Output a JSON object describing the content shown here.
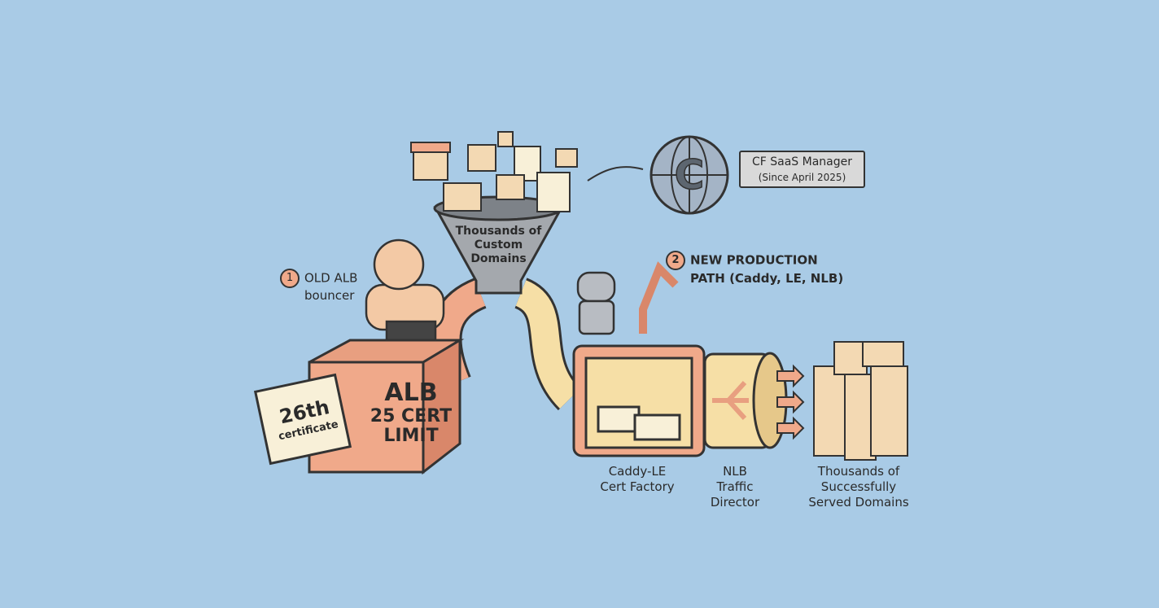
{
  "manager": {
    "title": "CF SaaS Manager",
    "subtitle": "(Since April 2025)",
    "logo_letter": "C"
  },
  "funnel": {
    "label_line1": "Thousands of",
    "label_line2": "Custom",
    "label_line3": "Domains"
  },
  "old_path": {
    "number": "1",
    "label_line1": "OLD ALB",
    "label_line2": "bouncer"
  },
  "new_path": {
    "number": "2",
    "label_line1": "NEW PRODUCTION",
    "label_line2": "PATH (Caddy, LE, NLB)"
  },
  "certificate": {
    "line1": "26th",
    "line2": "certificate"
  },
  "alb_box": {
    "line1": "ALB",
    "line2": "25 CERT",
    "line3": "LIMIT"
  },
  "factory": {
    "line1": "Caddy-LE",
    "line2": "Cert Factory"
  },
  "nlb": {
    "line1": "NLB",
    "line2": "Traffic",
    "line3": "Director"
  },
  "result": {
    "line1": "Thousands of",
    "line2": "Successfully",
    "line3": "Served Domains"
  },
  "colors": {
    "background": "#a9cbe6",
    "peach": "#f0a98a",
    "cream": "#f6dfa6",
    "gray": "#9aa0a6"
  }
}
